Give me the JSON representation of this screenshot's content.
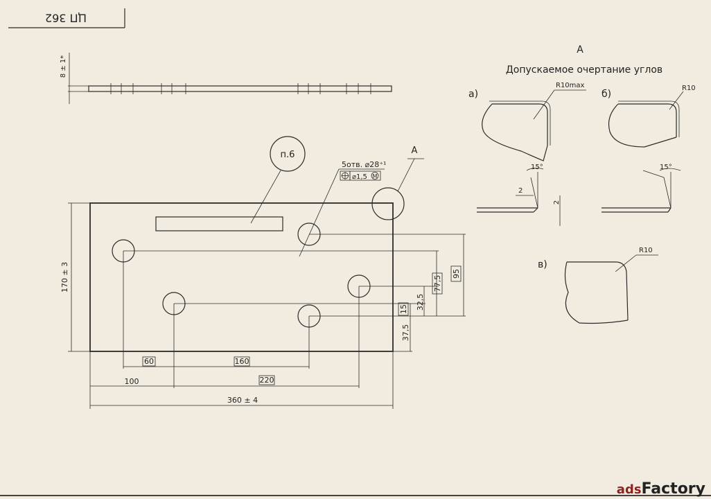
{
  "title_block": {
    "code": "ЦП 362"
  },
  "side_view": {
    "thickness": "8 ± 1*"
  },
  "main_view": {
    "note_ref": "п.6",
    "detail_ref": "А",
    "hole_spec": "5отв. ⌀28⁺¹",
    "tolerance_diameter": "⌀1,5",
    "tolerance_modifier": "M",
    "dim_height": "170 ± 3",
    "dim_60": "60",
    "dim_160": "160",
    "dim_100": "100",
    "dim_220": "220",
    "dim_360": "360 ± 4",
    "dim_95": "95",
    "dim_77_5": "77,5",
    "dim_32_5": "32,5",
    "dim_15": "15",
    "dim_37_5": "37,5"
  },
  "detail": {
    "letter": "А",
    "heading": "Допускаемое очертание углов",
    "variant_a": "а)",
    "variant_b": "б)",
    "variant_v": "в)",
    "radius_max": "R10max",
    "radius": "R10",
    "angle": "15°",
    "dim_2": "2"
  },
  "watermark": {
    "part1": "ads",
    "part2": "Factory"
  },
  "colors": {
    "paper": "#f1ecdf",
    "ink": "#2a2a2a",
    "watermark": "#8b2320"
  }
}
